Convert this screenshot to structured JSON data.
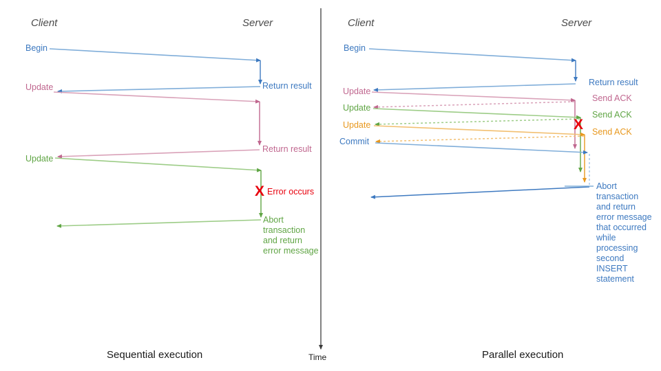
{
  "diagram": {
    "title_left_caption": "Sequential execution",
    "title_right_caption": "Parallel execution",
    "time_axis_label": "Time"
  },
  "colors": {
    "blue": "#3d79c0",
    "blue_light": "#7fadd9",
    "pink": "#c0678f",
    "pink_light": "#d9a1b8",
    "green": "#60a545",
    "green_light": "#9ccc86",
    "orange": "#e8981e",
    "orange_light": "#f2bf70",
    "red": "#e8000d",
    "axis": "#3c3c3c",
    "actor": "#4a4a4a"
  },
  "left_panel": {
    "actors": {
      "client": "Client",
      "server": "Server"
    },
    "messages": [
      {
        "id": "begin",
        "label": "Begin",
        "color": "blue",
        "side": "client"
      },
      {
        "id": "return-result-1",
        "label": "Return result",
        "color": "blue",
        "side": "server"
      },
      {
        "id": "update-1",
        "label": "Update",
        "color": "pink",
        "side": "client"
      },
      {
        "id": "return-result-2",
        "label": "Return result",
        "color": "pink",
        "side": "server"
      },
      {
        "id": "update-2",
        "label": "Update",
        "color": "green",
        "side": "client"
      }
    ],
    "error": {
      "label": "Error occurs",
      "marker": "X",
      "color": "red"
    },
    "abort_note": {
      "color": "green",
      "lines": [
        "Abort",
        "transaction",
        "and return",
        "error message"
      ]
    }
  },
  "right_panel": {
    "actors": {
      "client": "Client",
      "server": "Server"
    },
    "messages": [
      {
        "id": "begin",
        "label": "Begin",
        "color": "blue",
        "side": "client"
      },
      {
        "id": "return-result",
        "label": "Return result",
        "color": "blue",
        "side": "server"
      },
      {
        "id": "update-1",
        "label": "Update",
        "color": "pink",
        "side": "client"
      },
      {
        "id": "send-ack-1",
        "label": "Send ACK",
        "color": "pink",
        "side": "server"
      },
      {
        "id": "update-2",
        "label": "Update",
        "color": "green",
        "side": "client"
      },
      {
        "id": "send-ack-2",
        "label": "Send ACK",
        "color": "green",
        "side": "server"
      },
      {
        "id": "update-3",
        "label": "Update",
        "color": "orange",
        "side": "client"
      },
      {
        "id": "send-ack-3",
        "label": "Send ACK",
        "color": "orange",
        "side": "server"
      },
      {
        "id": "commit",
        "label": "Commit",
        "color": "blue",
        "side": "client"
      }
    ],
    "error": {
      "marker": "X",
      "color": "red"
    },
    "abort_note": {
      "color": "blue",
      "lines": [
        "Abort",
        "transaction",
        "and return",
        "error message",
        "that occurred",
        "while",
        "processing",
        "second",
        "INSERT",
        "statement"
      ]
    }
  }
}
